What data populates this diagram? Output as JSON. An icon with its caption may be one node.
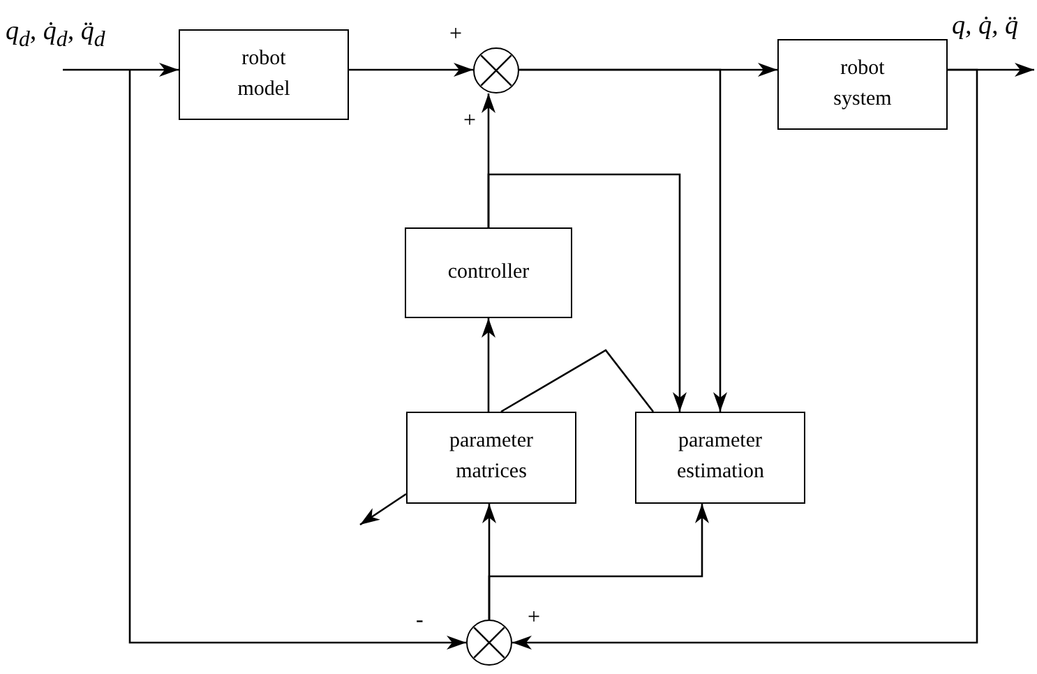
{
  "diagram": {
    "nodes": [
      {
        "text": [
          "robot model"
        ]
      },
      {
        "text": [],
        "shape": "circle"
      },
      {
        "text": [
          "robot system"
        ]
      },
      {
        "text": [
          "controller"
        ]
      },
      {
        "text": [
          "parameter matrices"
        ]
      },
      {
        "text": [
          "parameter estimation"
        ]
      },
      {
        "text": [],
        "shape": "circle"
      }
    ],
    "edges": [
      {
        "from": null,
        "to": 0,
        "arrow": "to"
      },
      {
        "from": 0,
        "to": 1,
        "arrow": "to"
      },
      {
        "from": 1,
        "to": 2,
        "arrow": "to"
      },
      {
        "from": 2,
        "to": null,
        "arrow": "to"
      },
      {
        "from": null,
        "to": 6,
        "arrow": "to"
      },
      {
        "from": 2,
        "to": 6,
        "arrow": "to"
      },
      {
        "from": 6,
        "to": 4,
        "arrow": "to"
      },
      {
        "from": 6,
        "to": 5,
        "arrow": "to"
      },
      {
        "from": 4,
        "to": 3,
        "arrow": "to"
      },
      {
        "from": 3,
        "to": 1,
        "arrow": "to"
      },
      {
        "from": 3,
        "to": 5,
        "arrow": "to"
      },
      {
        "from": 1,
        "to": 5,
        "arrow": "to"
      },
      {
        "from": 4,
        "to": 5,
        "arrow": "none"
      },
      {
        "from": 4,
        "to": null,
        "arrow": "to"
      }
    ],
    "labels": [
      "q$_{d}$, q̇$_{d}$, q̈$_{d}$",
      "+",
      "q, q̇, q̈",
      "+",
      "-",
      "+"
    ]
  }
}
